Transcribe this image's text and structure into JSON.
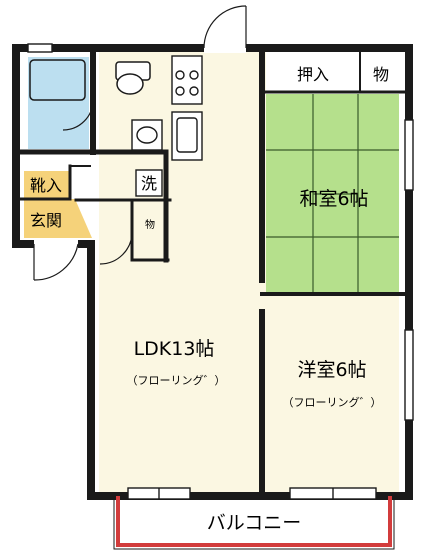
{
  "floorplan": {
    "rooms": {
      "ldk_name": "LDK13帖",
      "ldk_floor": "（フローリング゛）",
      "washitsu_name": "和室6帖",
      "youshitsu_name": "洋室6帖",
      "youshitsu_floor": "（フローリング゛）",
      "oshiire_1": "押入",
      "oshiire_2": "物",
      "kutsuire": "靴入",
      "genkan": "玄関",
      "sentaku": "洗",
      "mono_small": "物",
      "balcony": "バルコニー"
    },
    "colors": {
      "wall": "#1a1a1a",
      "ldk": "#fbf7e2",
      "washitsu": "#b5e08c",
      "youshitsu": "#fbf7e2",
      "genkan": "#f5d27a",
      "bath": "#bcdff0",
      "balcony_rail": "#d23c3c",
      "background": "#ffffff"
    }
  }
}
